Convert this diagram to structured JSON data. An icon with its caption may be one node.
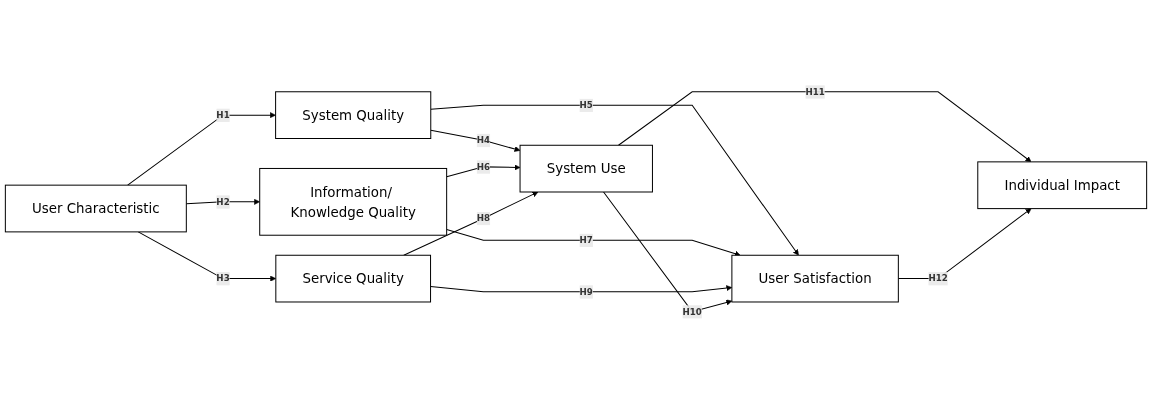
{
  "diagram": {
    "nodes": [
      {
        "text": [
          "User Characteristic"
        ]
      },
      {
        "text": [
          "System Quality"
        ]
      },
      {
        "text": [
          "Information/ Knowledge Quality"
        ]
      },
      {
        "text": [
          "Service Quality"
        ]
      },
      {
        "text": [
          "System Use"
        ]
      },
      {
        "text": [
          "User Satisfaction"
        ]
      },
      {
        "text": [
          "Individual Impact"
        ]
      }
    ],
    "edges": [
      {
        "from": 0,
        "to": 1,
        "arrow": "to",
        "label": "H1"
      },
      {
        "from": 0,
        "to": 2,
        "arrow": "to",
        "label": "H2"
      },
      {
        "from": 0,
        "to": 3,
        "arrow": "to",
        "label": "H3"
      },
      {
        "from": 1,
        "to": 4,
        "arrow": "to",
        "label": "H4"
      },
      {
        "from": 1,
        "to": 5,
        "arrow": "to",
        "label": "H5"
      },
      {
        "from": 2,
        "to": 4,
        "arrow": "to",
        "label": "H6"
      },
      {
        "from": 2,
        "to": 5,
        "arrow": "to",
        "label": "H7"
      },
      {
        "from": 3,
        "to": 4,
        "arrow": "to",
        "label": "H8"
      },
      {
        "from": 3,
        "to": 5,
        "arrow": "to",
        "label": "H9"
      },
      {
        "from": 4,
        "to": 5,
        "arrow": "to",
        "label": "H10"
      },
      {
        "from": 4,
        "to": 6,
        "arrow": "to",
        "label": "H11"
      },
      {
        "from": 5,
        "to": 6,
        "arrow": "to",
        "label": "H12"
      }
    ]
  }
}
